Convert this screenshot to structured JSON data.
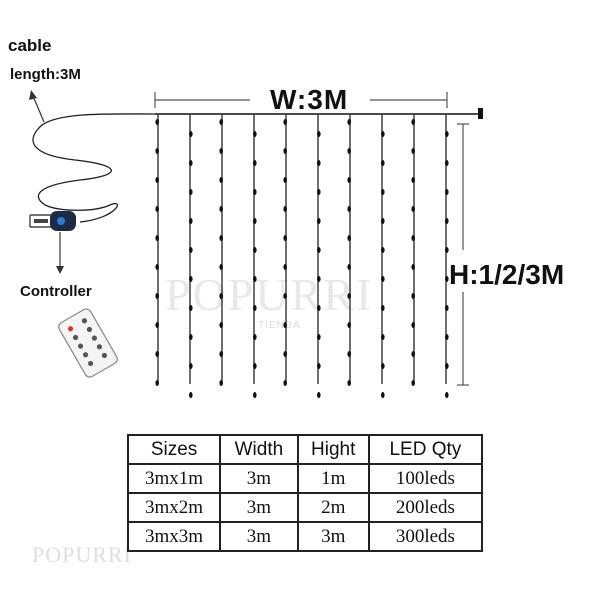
{
  "labels": {
    "cable": "cable",
    "length": "length:3M",
    "controller": "Controller",
    "width": "W:3M",
    "height": "H:1/2/3M"
  },
  "watermark": {
    "main": "POPURRI",
    "sub": "TIENDA",
    "bottom": "POPURRI"
  },
  "table": {
    "headers": [
      "Sizes",
      "Width",
      "Hight",
      "LED Qty"
    ],
    "rows": [
      [
        "3mx1m",
        "3m",
        "1m",
        "100leds"
      ],
      [
        "3mx2m",
        "3m",
        "2m",
        "200leds"
      ],
      [
        "3mx3m",
        "3m",
        "3m",
        "300leds"
      ]
    ]
  }
}
